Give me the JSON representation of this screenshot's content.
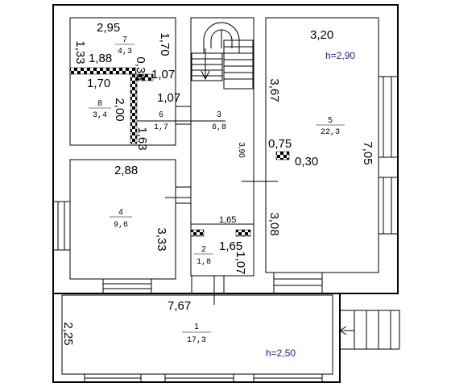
{
  "dimensions": {
    "r7_width": "2,95",
    "r7_height": "1,33",
    "r7_right": "1,70",
    "r8_top": "1,88",
    "partition_small": "0,36",
    "r6_top": "1,07",
    "r6_mid": "1,07",
    "r8_width": "1,70",
    "r8_height": "2,00",
    "r6_height": "1,63",
    "r5_width": "3,20",
    "r5_left": "3,67",
    "r5_right": "7,05",
    "r5_bottom": "3,08",
    "door_075": "0,75",
    "door_030": "0,30",
    "r3_height": "3,90",
    "r4_width": "2,88",
    "r4_height": "3,33",
    "r2_top": "1,65",
    "r2_mid": "1,65",
    "r2_height": "1,07",
    "r1_width": "7,67",
    "r1_height": "2,25"
  },
  "rooms": [
    {
      "number": "7",
      "area": "4,3"
    },
    {
      "number": "8",
      "area": "3,4"
    },
    {
      "number": "6",
      "area": "1,7"
    },
    {
      "number": "3",
      "area": "6,8"
    },
    {
      "number": "5",
      "area": "22,3"
    },
    {
      "number": "4",
      "area": "9,6"
    },
    {
      "number": "2",
      "area": "1,8"
    },
    {
      "number": "1",
      "area": "17,3"
    }
  ],
  "heights": {
    "upper": "h=2,90",
    "lower": "h=2,50"
  }
}
